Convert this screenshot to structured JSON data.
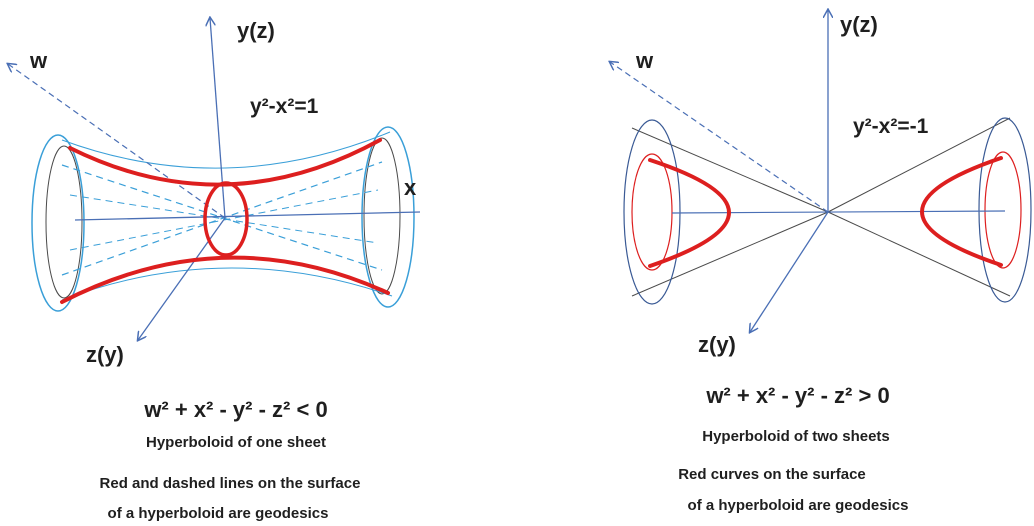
{
  "left": {
    "axis_y": "y(z)",
    "axis_w": "w",
    "axis_x": "x",
    "axis_z": "z(y)",
    "equation": "y²-x²=1",
    "formula": "w² + x² - y² - z² < 0",
    "title": "Hyperboloid of one sheet",
    "note_line1": "Red and dashed lines on the surface",
    "note_line2": "of a hyperboloid are geodesics"
  },
  "right": {
    "axis_y": "y(z)",
    "axis_w": "w",
    "axis_z": "z(y)",
    "equation": "y²-x²=-1",
    "formula": "w² + x² - y² - z² > 0",
    "title": "Hyperboloid of two sheets",
    "note_line1": "Red  curves on the surface",
    "note_line2": "of a hyperboloid are geodesics"
  },
  "colors": {
    "red_curve": "#dd1f1f",
    "axis_blue": "#4a6fb5",
    "surface_cyan": "#3a9fd8",
    "text": "#1f1f1f"
  }
}
